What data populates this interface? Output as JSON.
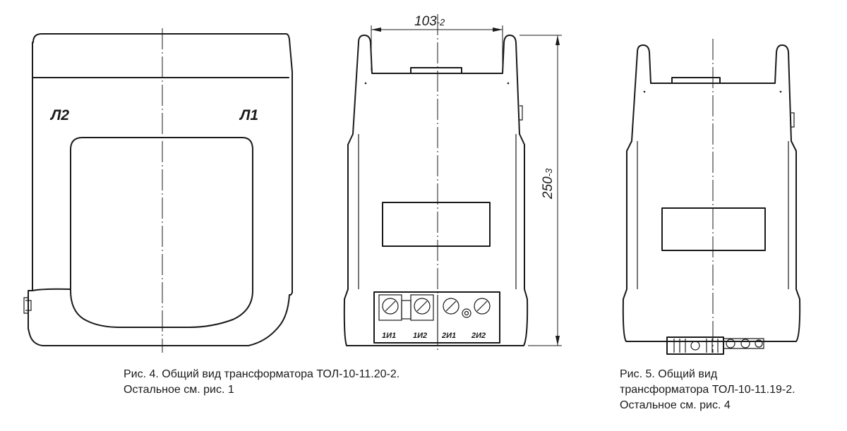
{
  "figure4": {
    "label_left": "Л2",
    "label_right": "Л1",
    "dim_width": "103",
    "dim_width_tol": "-2",
    "dim_height": "250",
    "dim_height_tol": "-3",
    "terminals": [
      "1И1",
      "1И2",
      "2И1",
      "2И2"
    ],
    "caption_line1": "Рис. 4. Общий вид трансформатора ТОЛ-10-11.20-2.",
    "caption_line2": "Остальное см. рис. 1"
  },
  "figure5": {
    "caption_line1": "Рис. 5. Общий вид",
    "caption_line2": "трансформатора ТОЛ-10-11.19-2.",
    "caption_line3": "Остальное см. рис. 4"
  }
}
